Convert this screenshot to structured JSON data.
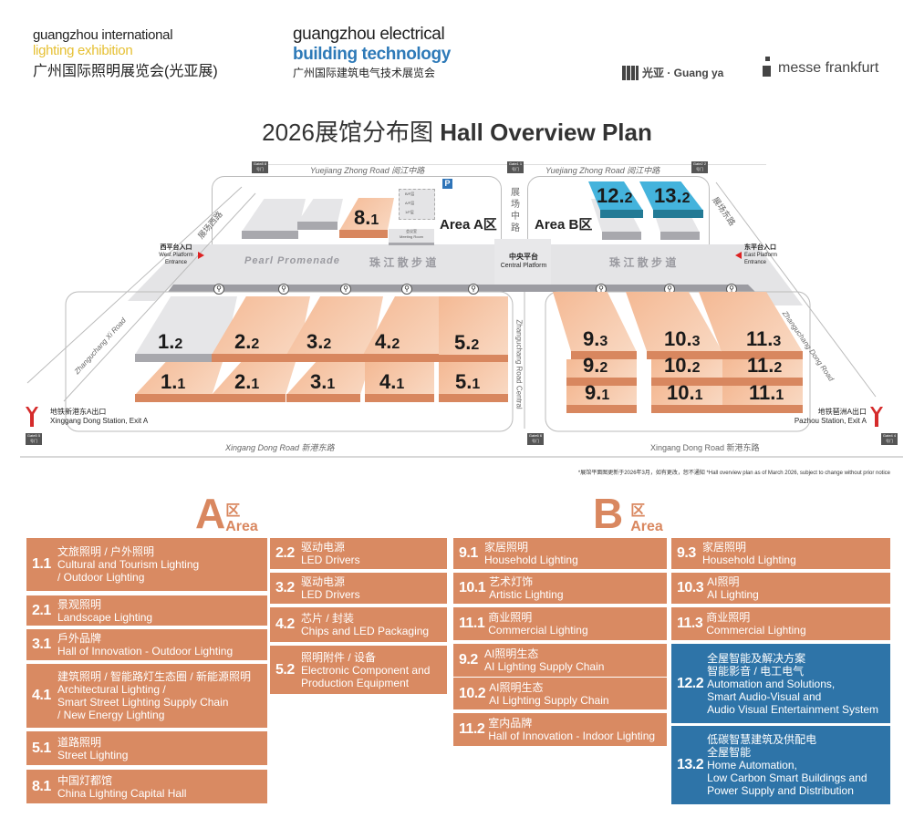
{
  "header": {
    "logo_lighting": {
      "line1": "guangzhou international",
      "line2": "lighting exhibition",
      "line3": "广州国际照明展览会(光亚展)"
    },
    "logo_building": {
      "line1": "guangzhou electrical",
      "line2": "building technology",
      "line3": "广州国际建筑电气技术展览会"
    },
    "guangya": "光亚 · Guang ya",
    "messe": "messe frankfurt",
    "title_cn": "2026展馆分布图",
    "title_en": "Hall Overview Plan"
  },
  "colors": {
    "area_a": "#d98a62",
    "area_b": "#2e74a8",
    "hall_orange": "#f4b994",
    "hall_blue": "#44b3dc"
  },
  "map": {
    "roads": {
      "north": "Yuejiang Zhong Road  阅江中路",
      "south_left": "Xingang Dong Road  新港东路",
      "south_right": "Xingang Dong Road  新港东路",
      "west": "Zhanguchang Xi Road",
      "east": "Zhanguchang Dong Road",
      "central": "Zhanguchang Road Central",
      "central_cn": "展场中路",
      "west_cn": "展场西路",
      "east_cn": "展场东路"
    },
    "gates": [
      "Gate8 8号门",
      "Gate1 1号门",
      "Gate2 2号门",
      "Gate5 5号门",
      "Gate6 6号门",
      "Gate4 4号门"
    ],
    "promenade_en": "Pearl Promenade",
    "promenade_cn": "珠 江 散 步 道",
    "promenade_cn_b": "珠 江 散 步 道",
    "central_platform_cn": "中央平台",
    "central_platform_en": "Central Platform",
    "west_entrance_cn": "西平台入口",
    "west_entrance_en": "West Platform Entrance",
    "east_entrance_cn": "东平台入口",
    "east_entrance_en": "East Platform Entrance",
    "area_a": "Area A区",
    "area_b": "Area B区",
    "parking": "P",
    "floors": [
      "B/F层",
      "A/F层",
      "1/F层"
    ],
    "meeting_cn": "会议室",
    "meeting_en": "Meeting Room",
    "metro_west_cn": "地铁新港东A出口",
    "metro_west_en": "Xinggang Dong Station, Exit A",
    "metro_east_cn": "地铁琶洲A出口",
    "metro_east_en": "Pazhou Station, Exit A",
    "halls": {
      "h81": {
        "main": "8.",
        "sub": "1"
      },
      "h122": {
        "main": "12.",
        "sub": "2"
      },
      "h132": {
        "main": "13.",
        "sub": "2"
      },
      "h12": {
        "main": "1.",
        "sub": "2"
      },
      "h22": {
        "main": "2.",
        "sub": "2"
      },
      "h32": {
        "main": "3.",
        "sub": "2"
      },
      "h42": {
        "main": "4.",
        "sub": "2"
      },
      "h52": {
        "main": "5.",
        "sub": "2"
      },
      "h11": {
        "main": "1.",
        "sub": "1"
      },
      "h21": {
        "main": "2.",
        "sub": "1"
      },
      "h31": {
        "main": "3.",
        "sub": "1"
      },
      "h41": {
        "main": "4.",
        "sub": "1"
      },
      "h51": {
        "main": "5.",
        "sub": "1"
      },
      "h93": {
        "main": "9.",
        "sub": "3"
      },
      "h92": {
        "main": "9.",
        "sub": "2"
      },
      "h91": {
        "main": "9.",
        "sub": "1"
      },
      "h103": {
        "main": "10.",
        "sub": "3"
      },
      "h102": {
        "main": "10.",
        "sub": "2"
      },
      "h101": {
        "main": "10.",
        "sub": "1"
      },
      "h113": {
        "main": "11.",
        "sub": "3"
      },
      "h112": {
        "main": "11.",
        "sub": "2"
      },
      "h111": {
        "main": "11.",
        "sub": "1"
      }
    },
    "note": "*展馆平面图更新于2026年3月，如有更改，恕不通知 *Hall overview plan as of March 2026, subject to change without prior notice"
  },
  "legend": {
    "a_letter": "A",
    "a_cn": "区",
    "a_en": "Area",
    "b_letter": "B",
    "b_cn": "区",
    "b_en": "Area",
    "a_items": [
      {
        "n": "1.1",
        "cn": "文旅照明 / 户外照明",
        "en": [
          "Cultural and Tourism Lighting",
          "/ Outdoor Lighting"
        ]
      },
      {
        "n": "2.1",
        "cn": "景观照明",
        "en": [
          "Landscape Lighting"
        ]
      },
      {
        "n": "3.1",
        "cn": "戶外品牌",
        "en": [
          "Hall of Innovation - Outdoor Lighting"
        ]
      },
      {
        "n": "4.1",
        "cn": "建筑照明 / 智能路灯生态圈 / 新能源照明",
        "en": [
          "Architectural Lighting /",
          "Smart Street Lighting Supply Chain",
          "/ New Energy Lighting"
        ]
      },
      {
        "n": "5.1",
        "cn": "道路照明",
        "en": [
          "Street Lighting"
        ]
      },
      {
        "n": "8.1",
        "cn": "中国灯都馆",
        "en": [
          "China Lighting Capital Hall"
        ]
      },
      {
        "n": "2.2",
        "cn": "驱动电源",
        "en": [
          "LED Drivers"
        ]
      },
      {
        "n": "3.2",
        "cn": "驱动电源",
        "en": [
          "LED Drivers"
        ]
      },
      {
        "n": "4.2",
        "cn": "芯片 / 封装",
        "en": [
          "Chips and LED Packaging"
        ]
      },
      {
        "n": "5.2",
        "cn": "照明附件 / 设备",
        "en": [
          "Electronic Component and",
          "Production Equipment"
        ]
      }
    ],
    "b_items": [
      {
        "n": "9.1",
        "cn": "家居照明",
        "en": [
          "Household Lighting"
        ]
      },
      {
        "n": "10.1",
        "cn": "艺术灯饰",
        "en": [
          "Artistic Lighting"
        ]
      },
      {
        "n": "11.1",
        "cn": "商业照明",
        "en": [
          "Commercial Lighting"
        ]
      },
      {
        "n": "9.2",
        "cn": "AI照明生态",
        "en": [
          "AI Lighting Supply Chain"
        ]
      },
      {
        "n": "10.2",
        "cn": "AI照明生态",
        "en": [
          "AI Lighting Supply Chain"
        ]
      },
      {
        "n": "11.2",
        "cn": "室内品牌",
        "en": [
          "Hall of Innovation - Indoor Lighting"
        ]
      },
      {
        "n": "9.3",
        "cn": "家居照明",
        "en": [
          "Household Lighting"
        ]
      },
      {
        "n": "10.3",
        "cn": "AI照明",
        "en": [
          "AI Lighting"
        ]
      },
      {
        "n": "11.3",
        "cn": "商业照明",
        "en": [
          "Commercial Lighting"
        ]
      },
      {
        "n": "12.2",
        "cn": "全屋智能及解决方案",
        "cn2": "智能影音 / 电工电气",
        "en": [
          "Automation and Solutions,",
          "Smart Audio-Visual and",
          "Audio Visual Entertainment System"
        ]
      },
      {
        "n": "13.2",
        "cn": "低碳智慧建筑及供配电",
        "cn2": "全屋智能",
        "en": [
          "Home Automation,",
          "Low Carbon Smart Buildings and",
          "Power Supply and Distribution"
        ]
      }
    ]
  }
}
